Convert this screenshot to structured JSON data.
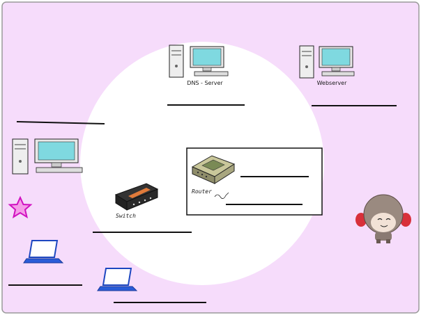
{
  "labels": {
    "dns_server": "DNS - Server",
    "webserver": "Webserver",
    "router": "Router",
    "switch": "Switch"
  },
  "icons": {
    "star": "star-icon",
    "mascot": "monkey-mascot-icon"
  },
  "colors": {
    "background": "#f6dcfb",
    "circle": "#ffffff",
    "frame_border": "#9a9a9a",
    "star": "#e020d0",
    "laptop": "#2a5cd8",
    "blank_line": "#111111"
  },
  "answer_blanks": [
    {
      "id": "blank-dns",
      "value": ""
    },
    {
      "id": "blank-webserver",
      "value": ""
    },
    {
      "id": "blank-left-pc",
      "value": ""
    },
    {
      "id": "blank-router-1",
      "value": ""
    },
    {
      "id": "blank-router-2",
      "value": ""
    },
    {
      "id": "blank-switch",
      "value": ""
    },
    {
      "id": "blank-laptop-left",
      "value": ""
    },
    {
      "id": "blank-laptop-bottom",
      "value": ""
    }
  ]
}
